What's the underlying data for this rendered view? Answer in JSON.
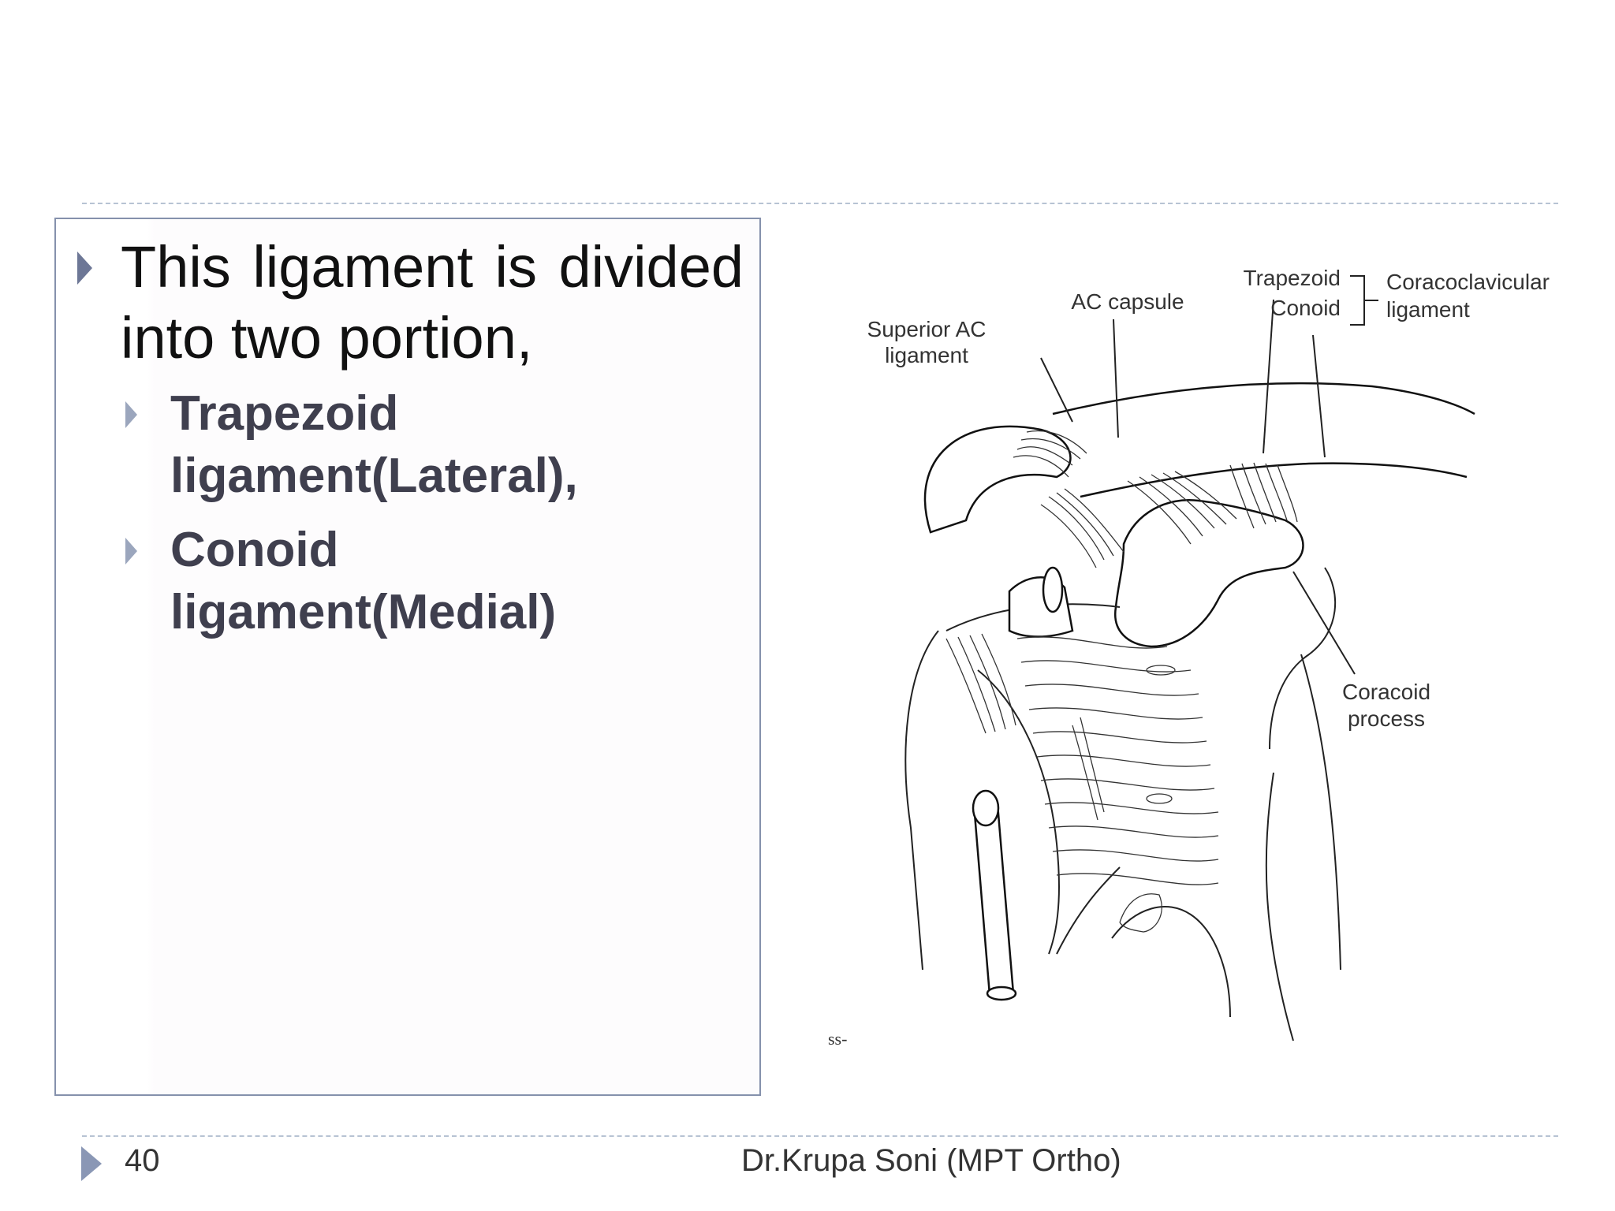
{
  "slide": {
    "main_point": "This ligament is divided into two portion,",
    "sub_points": [
      "Trapezoid ligament(Lateral),",
      "Conoid ligament(Medial)"
    ]
  },
  "figure": {
    "labels": {
      "superior_ac_line1": "Superior AC",
      "superior_ac_line2": "ligament",
      "ac_capsule": "AC capsule",
      "trapezoid": "Trapezoid",
      "conoid": "Conoid",
      "coracoclavicular_line1": "Coracoclavicular",
      "coracoclavicular_line2": "ligament",
      "coracoid_line1": "Coracoid",
      "coracoid_line2": "process",
      "signature": "ss-"
    }
  },
  "footer": {
    "page_number": "40",
    "author": "Dr.Krupa Soni (MPT Ortho)"
  }
}
